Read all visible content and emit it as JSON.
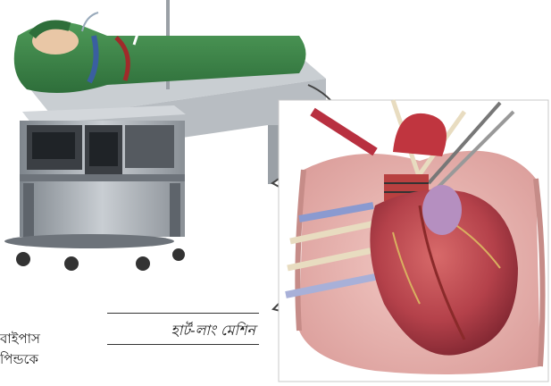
{
  "caption": "হার্ট-লাং মেশিন",
  "edge_text_line1": "বাইপাস",
  "edge_text_line2": "পিন্ডকে"
}
